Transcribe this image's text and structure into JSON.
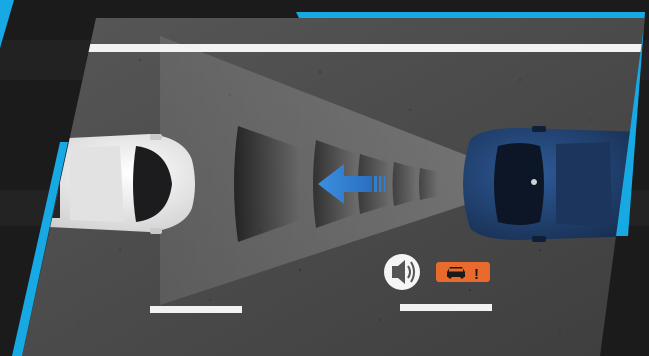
{
  "scene": {
    "kind": "rear-cross-traffic / forward collision warning illustration",
    "elements": [
      "white-car",
      "blue-car",
      "sensor-beam",
      "warning-arrow",
      "lane-markings",
      "sound-alert-icon",
      "vehicle-alert-icon"
    ]
  },
  "alerts": {
    "vehicle_alert_symbol": "!"
  },
  "colors": {
    "background": "#1b1b1c",
    "accent_frame": "#16a9e4",
    "road": "#4a4a4a",
    "lane_marking": "#f2f2f2",
    "arrow": "#2f7fd2",
    "alert_badge": "#e86a2c",
    "white_car": "#e9e9e9",
    "blue_car": "#1f3b66"
  }
}
